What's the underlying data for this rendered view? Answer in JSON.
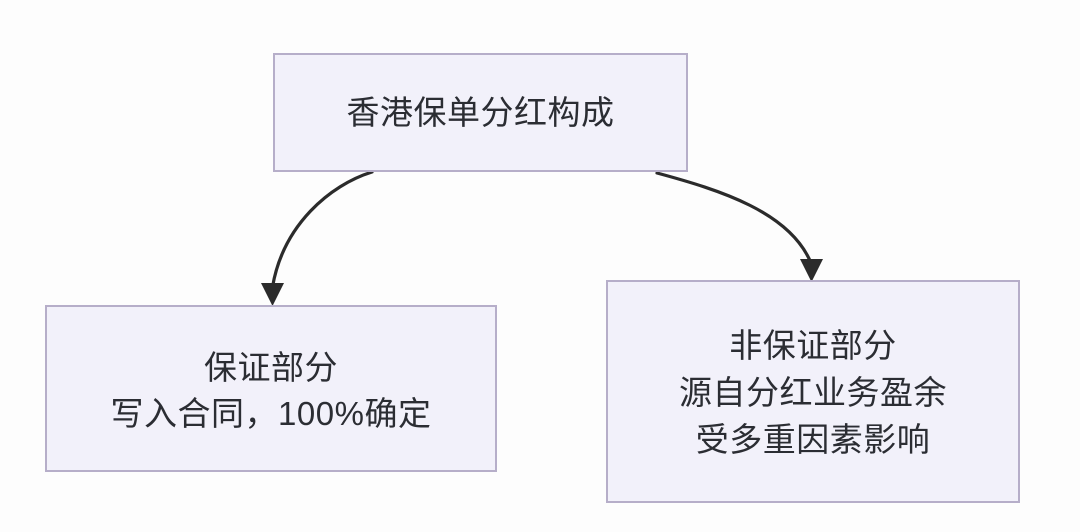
{
  "diagram": {
    "type": "flowchart",
    "orientation": "top-down",
    "background_color": "#fdfdfd",
    "node_fill_color": "#f2f1fa",
    "node_border_color": "#b6aec9",
    "text_color": "#2b2d33",
    "connector_color": "#2b2b2b",
    "nodes": [
      {
        "id": "root",
        "lines": [
          "香港保单分红构成"
        ]
      },
      {
        "id": "guaranteed",
        "lines": [
          "保证部分",
          "写入合同，100%确定"
        ]
      },
      {
        "id": "nonguaranteed",
        "lines": [
          "非保证部分",
          "源自分红业务盈余",
          "受多重因素影响"
        ]
      }
    ],
    "edges": [
      {
        "id": "root-to-guaranteed",
        "from": "root",
        "to": "guaranteed",
        "style": "curved-arrow",
        "arrowhead": "filled-triangle"
      },
      {
        "id": "root-to-nonguaranteed",
        "from": "root",
        "to": "nonguaranteed",
        "style": "curved-arrow",
        "arrowhead": "filled-triangle"
      }
    ]
  }
}
